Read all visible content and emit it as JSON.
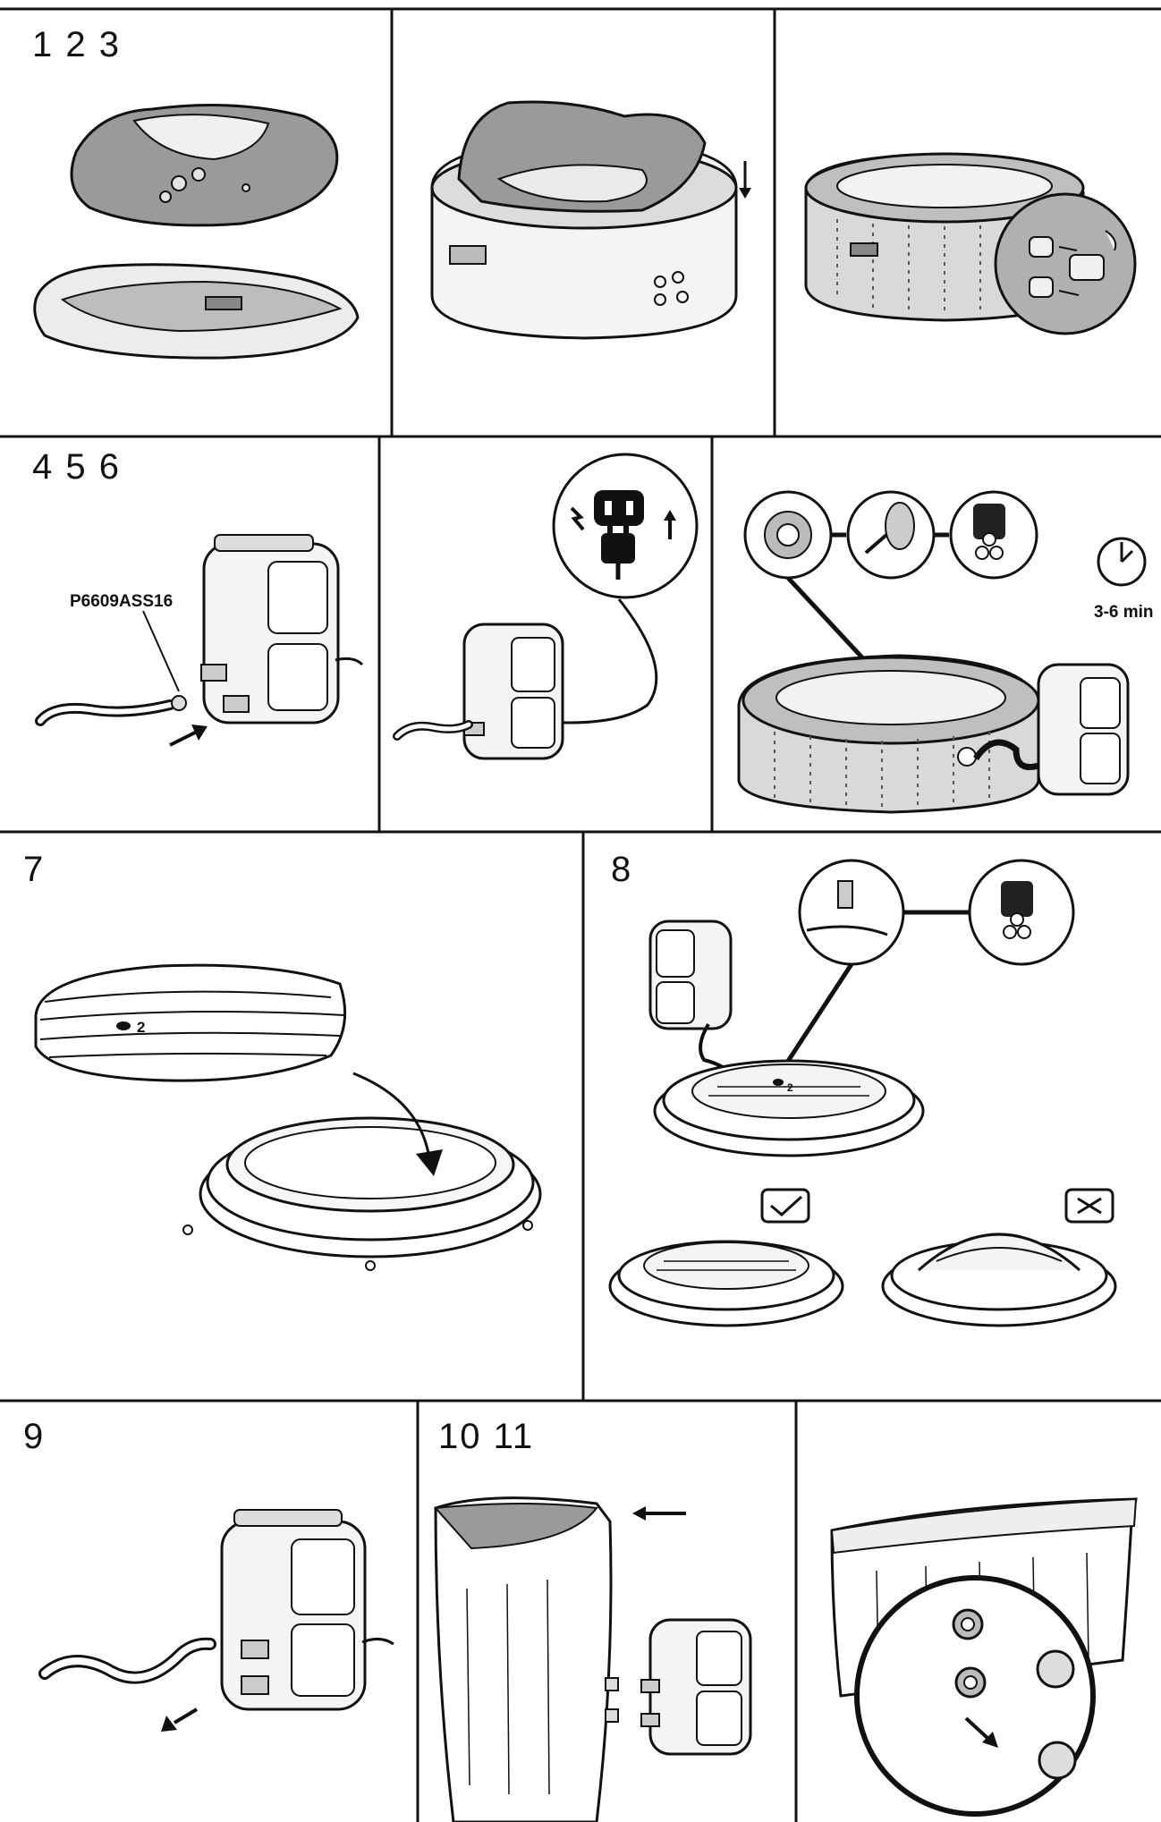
{
  "sections": [
    {
      "id": "s1",
      "step_label": "1 2 3"
    },
    {
      "id": "s2",
      "step_label": "4 5 6",
      "part_label": "P6609ASS16",
      "time_label": "3-6 min"
    },
    {
      "id": "s3a",
      "step_label": "7",
      "marker": "2"
    },
    {
      "id": "s3b",
      "step_label": "8",
      "marker": "2"
    },
    {
      "id": "s4a",
      "step_label": "9"
    },
    {
      "id": "s4b",
      "step_label": "10 11"
    }
  ],
  "colors": {
    "line": "#111111",
    "fill_gray": "#9a9a9a",
    "fill_light": "#e4e4e4",
    "fill_dark": "#555555"
  },
  "icons": [
    "cover-icon",
    "liner-icon",
    "spa-shell-icon",
    "valve-detail-icon",
    "pump-icon",
    "hose-icon",
    "plug-icon",
    "timer-icon",
    "cover-lid-icon",
    "check-icon",
    "cross-icon",
    "arrow-icon"
  ]
}
